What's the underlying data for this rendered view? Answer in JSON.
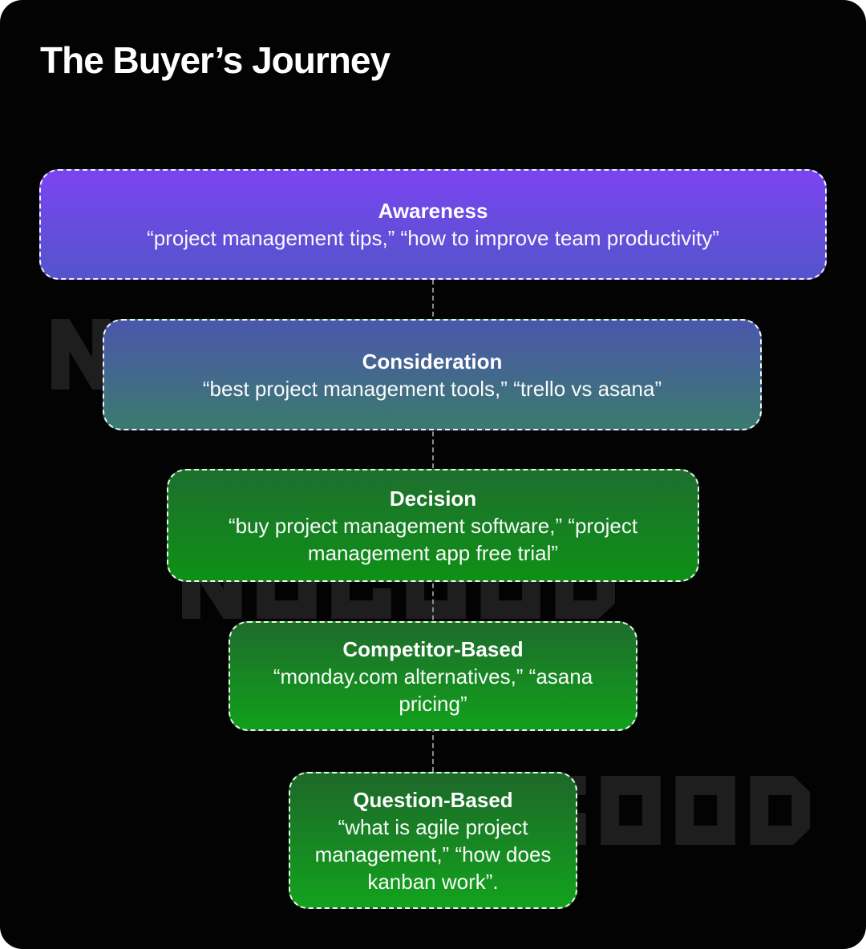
{
  "title": "The Buyer’s Journey",
  "canvas": {
    "background": "#030303"
  },
  "watermark": {
    "text": "NOGOOD",
    "color": "#1e1e1e"
  },
  "connector": {
    "style": "dashed",
    "color": "#8b8b8b"
  },
  "stages": [
    {
      "name": "Awareness",
      "keywords": "“project management tips,” “how to improve team productivity”",
      "colors": {
        "top": "#7b44f1",
        "bottom": "#5454cb"
      }
    },
    {
      "name": "Consideration",
      "keywords": "“best project management tools,” “trello vs asana”",
      "colors": {
        "top": "#4b56ad",
        "bottom": "#3a7b6c"
      }
    },
    {
      "name": "Decision",
      "keywords": "“buy project management software,” “project management app free trial”",
      "colors": {
        "top": "#1e6f2e",
        "bottom": "#0e9016"
      }
    },
    {
      "name": "Competitor-Based",
      "keywords": "“monday.com alternatives,” “asana pricing”",
      "colors": {
        "top": "#1e6c2b",
        "bottom": "#11a01b"
      }
    },
    {
      "name": "Question-Based",
      "keywords": "“what is agile project management,” “how does kanban work”.",
      "colors": {
        "top": "#1d6829",
        "bottom": "#12a21d"
      }
    }
  ]
}
